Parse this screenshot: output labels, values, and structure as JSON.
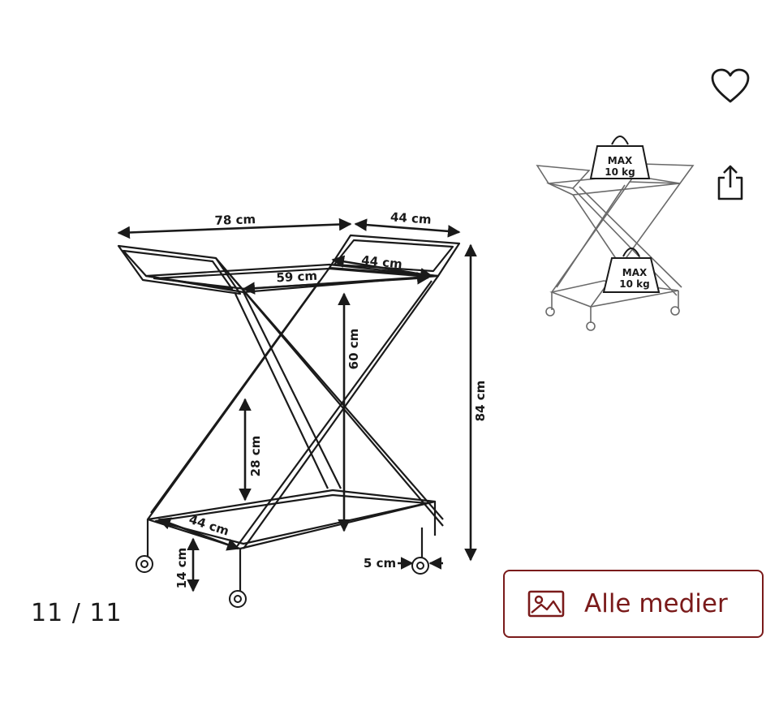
{
  "viewer": {
    "counter": "11 / 11",
    "all_media_label": "Alle medier"
  },
  "actions": {
    "favorite_icon": "heart-icon",
    "share_icon": "share-icon",
    "media_icon": "image-icon"
  },
  "colors": {
    "accent": "#7a1a1a",
    "line": "#1a1a1a"
  },
  "diagram": {
    "dimensions": {
      "total_width": "78 cm",
      "total_depth": "44 cm",
      "top_depth": "44 cm",
      "top_width": "59 cm",
      "tray_gap": "60 cm",
      "total_height": "84 cm",
      "lower_height": "28 cm",
      "bottom_depth": "44 cm",
      "wheel_height": "14 cm",
      "wheel_size": "5 cm"
    },
    "load": {
      "top_max": "MAX",
      "top_weight": "10 kg",
      "bottom_max": "MAX",
      "bottom_weight": "10 kg"
    }
  }
}
